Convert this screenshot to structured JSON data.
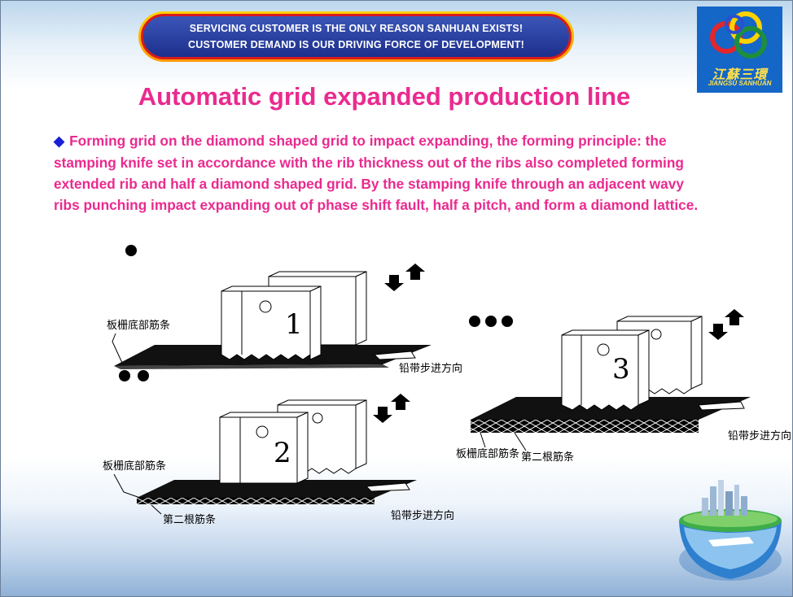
{
  "banner": {
    "line1": "SERVICING CUSTOMER IS THE ONLY REASON  SANHUAN EXISTS!",
    "line2": "CUSTOMER DEMAND IS OUR DRIVING FORCE OF DEVELOPMENT!"
  },
  "logo": {
    "cn_text": "江蘇三環",
    "en_text": "JIANGSU SANHUAN",
    "colors": [
      "#e3262b",
      "#ffd200",
      "#1e8e3e",
      "#2b4fd1"
    ]
  },
  "slide": {
    "title": "Automatic grid expanded production line",
    "bullet_icon": "diamond-bullet-icon",
    "paragraph": "Forming grid on the diamond shaped grid to impact expanding, the forming principle: the stamping knife set in accordance with the rib thickness out of the ribs also completed forming extended rib and half a diamond shaped grid. By the stamping knife through an adjacent wavy ribs punching impact expanding out of phase shift fault, half a pitch, and form a diamond lattice."
  },
  "diagram": {
    "stage1": {
      "number": "1",
      "label_bottom_rib": "板栅底部筋条",
      "label_direction": "铅带步进方向"
    },
    "stage2": {
      "number": "2",
      "label_bottom_rib": "板栅底部筋条",
      "label_second_rib": "第二根筋条",
      "label_direction": "铅带步进方向"
    },
    "stage3": {
      "number": "3",
      "label_bottom_rib": "板栅底部筋条",
      "label_second_rib": "第二根筋条",
      "label_direction": "铅带步进方向"
    }
  },
  "colors": {
    "accent": "#ea2a8f",
    "bullet": "#1a1fd6",
    "banner_blue": "#1d2f8c",
    "banner_gold": "#ffb000"
  }
}
